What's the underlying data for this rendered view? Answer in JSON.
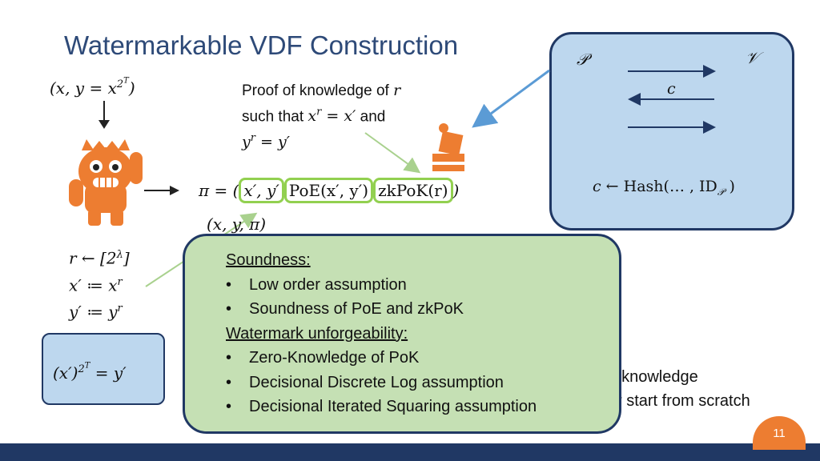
{
  "title": "Watermarkable VDF Construction",
  "eval_expr": "(x, y = x^(2^T))",
  "pok": {
    "line1": "Proof of knowledge of r",
    "line2": "such that x^r = x′ and",
    "line3": "y^r = y′"
  },
  "protocol": {
    "prover": "𝒫",
    "verifier": "𝒱",
    "challenge": "c",
    "hash_line": "c ← Hash(… , ID𝒫 )"
  },
  "proof": {
    "prefix": "π = (",
    "part1": "x′, y′",
    "part2": "PoE(x′, y′)",
    "part3": "zkPoK(r)",
    "suffix": ")"
  },
  "output_tuple": "(x, y, π)",
  "watermark_steps": [
    "r ← [2^λ]",
    "x′ ≔ x^r",
    "y′ ≔ y^r"
  ],
  "relation": "(x′)^(2^T) = y′",
  "security": {
    "soundness_heading": "Soundness:",
    "soundness_items": [
      "Low order assumption",
      "Soundness of PoE and zkPoK"
    ],
    "watermark_heading": "Watermark unforgeability:",
    "watermark_items": [
      "Zero-Knowledge of PoK",
      "Decisional Discrete Log assumption",
      "Decisional Iterated Squaring assumption"
    ]
  },
  "trailing_text": [
    "f knowledge",
    "r start from scratch"
  ],
  "slide_number": "11",
  "colors": {
    "title": "#2e4a78",
    "box_fill": "#bdd7ee",
    "box_border": "#203864",
    "green_fill": "#c5e0b4",
    "highlight": "#92d050",
    "monster": "#ed7d31",
    "slide_badge": "#ed7d31"
  },
  "icons": [
    "arrow-down-icon",
    "arrow-right-icon",
    "monster-icon",
    "stamp-icon",
    "pointer-arrow-icon"
  ]
}
